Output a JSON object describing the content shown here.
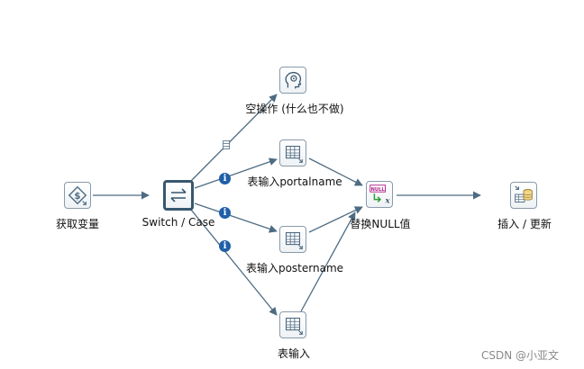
{
  "steps": {
    "get_vars": {
      "label": "获取变量",
      "icon": "dollar-diamond-icon"
    },
    "switch": {
      "label": "Switch / Case",
      "icon": "switch-arrows-icon"
    },
    "dummy": {
      "label": "空操作 (什么也不做)",
      "icon": "head-gear-icon"
    },
    "table_portal": {
      "label": "表输入portalname",
      "icon": "table-icon"
    },
    "table_poster": {
      "label": "表输入postername",
      "icon": "table-icon"
    },
    "table_input": {
      "label": "表输入",
      "icon": "table-icon"
    },
    "if_null": {
      "label": "替换NULL值",
      "icon": "null-replace-icon",
      "badge_text": "NULL"
    },
    "insert_update": {
      "label": "插入 / 更新",
      "icon": "db-insert-icon"
    }
  },
  "hops": {
    "info_badge": "i",
    "colors": {
      "line": "#4d6b82",
      "badge": "#1f5fa8"
    }
  },
  "watermark": "CSDN @小亚文"
}
